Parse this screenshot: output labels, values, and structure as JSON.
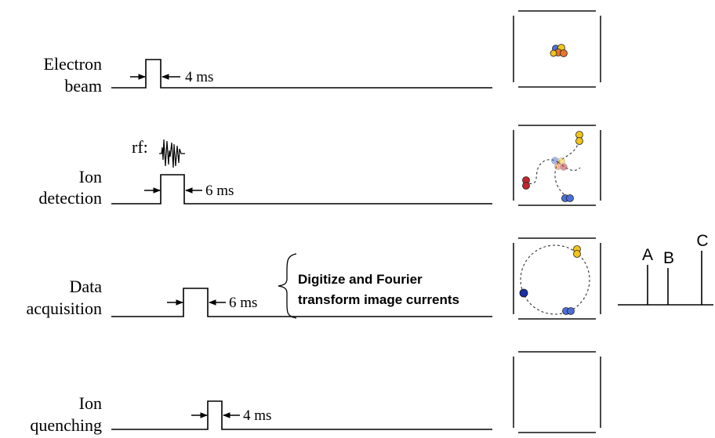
{
  "rows": [
    {
      "label_line1": "Electron",
      "label_line2": "beam",
      "duration": "4 ms"
    },
    {
      "label_line1": "Ion",
      "label_line2": "detection",
      "duration": "6 ms",
      "rf_label": "rf:"
    },
    {
      "label_line1": "Data",
      "label_line2": "acquisition",
      "duration": "6 ms",
      "note_line1": "Digitize and Fourier",
      "note_line2": "transform image currents"
    },
    {
      "label_line1": "Ion",
      "label_line2": "quenching",
      "duration": "4 ms"
    }
  ],
  "spectrum": {
    "peaks": [
      "A",
      "B",
      "C"
    ]
  },
  "colors": {
    "blue": "#4a6fd8",
    "dark_blue": "#1c2fa8",
    "yellow": "#f2c418",
    "orange": "#e8762a",
    "red": "#c0272d"
  }
}
